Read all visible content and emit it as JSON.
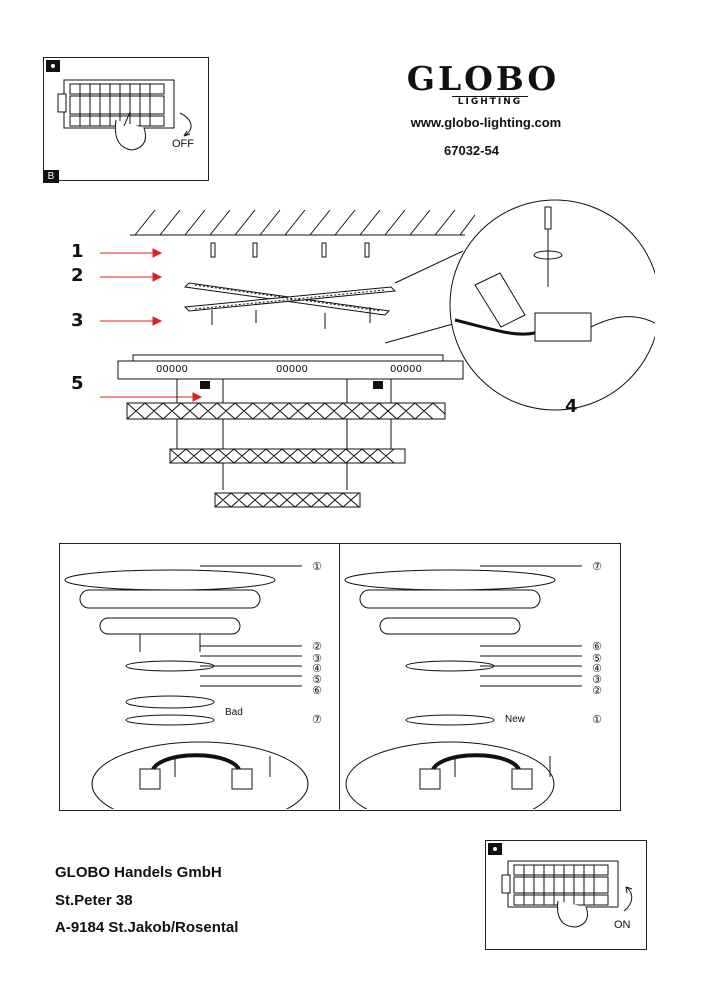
{
  "brand": {
    "logo_main": "GLOBO",
    "logo_sub": "LIGHTING",
    "website": "www.globo-lighting.com",
    "model_number": "67032-54"
  },
  "switch_off_panel": {
    "tag": "B",
    "label": "OFF"
  },
  "switch_on_panel": {
    "label": "ON"
  },
  "steps": {
    "s1": "1",
    "s2": "2",
    "s3": "3",
    "s4": "4",
    "s5": "5"
  },
  "lamp_labels": {
    "left_bulbs": "00000",
    "center_bulbs": "00000",
    "right_bulbs": "00000"
  },
  "removal_diagram": {
    "top_callout": "①",
    "callouts": [
      "②",
      "③",
      "④",
      "⑤",
      "⑥"
    ],
    "bottom_callout": "⑦",
    "bad_label": "Bad"
  },
  "install_diagram": {
    "top_callout": "⑦",
    "callouts": [
      "⑥",
      "⑤",
      "④",
      "③",
      "②"
    ],
    "bottom_callout": "①",
    "new_label": "New"
  },
  "company": {
    "name": "GLOBO Handels GmbH",
    "street": "St.Peter 38",
    "city": "A-9184 St.Jakob/Rosental"
  }
}
